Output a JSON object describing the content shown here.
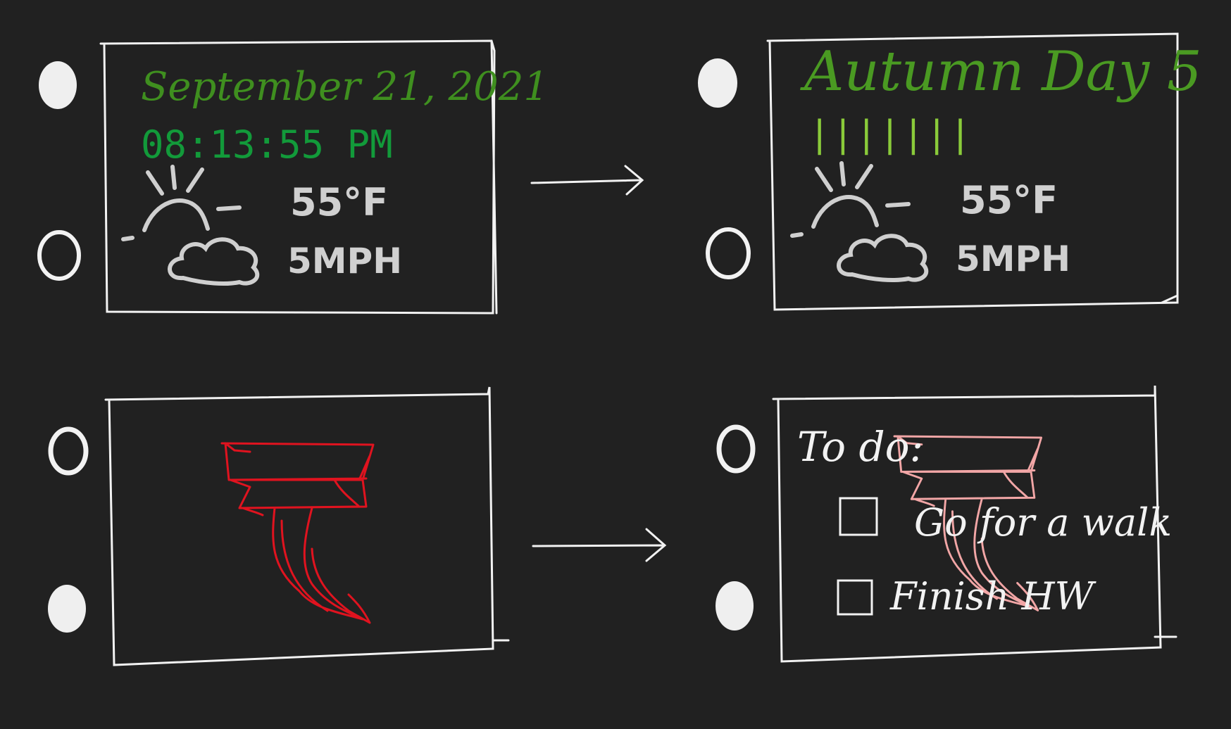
{
  "colors": {
    "background": "#212121",
    "chalk": "#f2f2f2",
    "weather_icon": "#cfcfcf",
    "date_green": "#3f8f1f",
    "time_green": "#129a3a",
    "autumn_green": "#4a9a22",
    "progress_green": "#8acb3a",
    "tornado_red": "#e0131f",
    "tornado_pink": "#f2a6a6"
  },
  "panel_top_left": {
    "date": "September 21, 2021",
    "time": "08:13:55 PM",
    "temperature": "55°F",
    "wind": "5MPH",
    "weather_icon": "partly-cloudy-icon"
  },
  "panel_top_right": {
    "title": "Autumn Day 5",
    "tally": "|||||||",
    "temperature": "55°F",
    "wind": "5MPH",
    "weather_icon": "partly-cloudy-icon"
  },
  "panel_bottom_left": {
    "illustration": "tornado-icon"
  },
  "panel_bottom_right": {
    "heading": "To do:",
    "items": [
      {
        "label": "Go for a walk",
        "checked": false
      },
      {
        "label": "Finish HW",
        "checked": false
      }
    ],
    "illustration": "tornado-icon"
  },
  "arrows": [
    "arrow-right-icon",
    "arrow-right-icon"
  ]
}
